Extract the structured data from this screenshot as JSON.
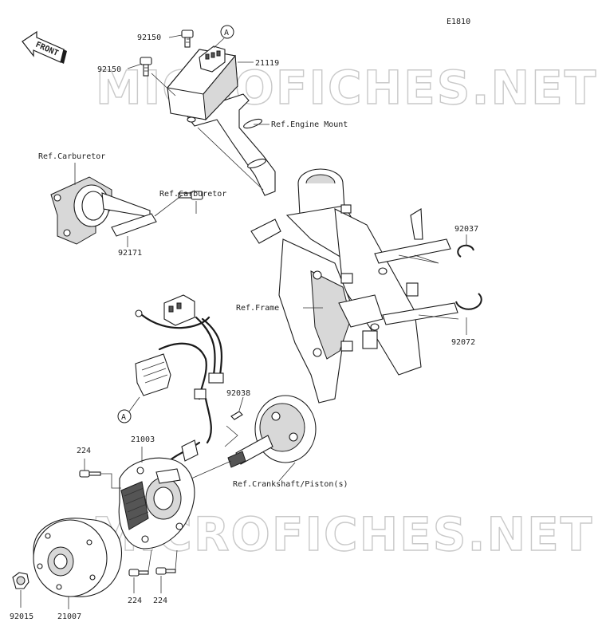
{
  "diagram_id": "E1810",
  "front_label": "FRONT",
  "watermark": "MICROFICHES.NET",
  "callout_a": "A",
  "labels": {
    "bolt_top_1": "92150",
    "bolt_top_2": "92150",
    "cdi_unit": "21119",
    "ref_engine_mount": "Ref.Engine Mount",
    "ref_carburetor_1": "Ref.Carburetor",
    "ref_carburetor_2": "Ref.Carburetor",
    "clamp_92171": "92171",
    "clamp_92037": "92037",
    "ref_frame": "Ref.Frame",
    "clamp_92072": "92072",
    "key_92038": "92038",
    "stator_21003": "21003",
    "screw_224_a": "224",
    "screw_224_b": "224",
    "screw_224_c": "224",
    "ref_crankshaft": "Ref.Crankshaft/Piston(s)",
    "nut_92015": "92015",
    "rotor_21007": "21007"
  }
}
